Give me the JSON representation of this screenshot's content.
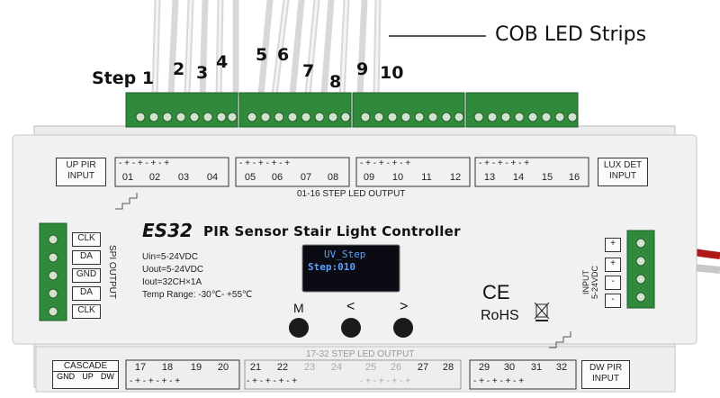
{
  "photo": {
    "callout": "COB LED Strips",
    "steps_top": [
      "Step 1",
      "2",
      "3",
      "4",
      "5",
      "6",
      "7",
      "8",
      "9",
      "10"
    ],
    "device": {
      "model": "ES32",
      "title": "PIR Sensor Stair Light Controller",
      "specs": [
        "Uin=5-24VDC",
        "Uout=5-24VDC",
        "Iout=32CH×1A",
        "Temp Range: -30℃- +55℃"
      ],
      "up_pir": "UP PIR\nINPUT",
      "lux_det": "LUX DET\nINPUT",
      "dw_pir": "DW PIR\nINPUT",
      "cascade": "CASCADE",
      "cascade_pins": [
        "GND",
        "UP",
        "DW"
      ],
      "spi_label": "SPI OUTPUT",
      "spi_pins": [
        "CLK",
        "DA",
        "GND",
        "DA",
        "CLK"
      ],
      "input_label": "INPUT\n5-24VDC",
      "input_pins": [
        "+",
        "+",
        "-",
        "-"
      ],
      "top_channels": [
        "01",
        "02",
        "03",
        "04",
        "05",
        "06",
        "07",
        "08",
        "09",
        "10",
        "11",
        "12",
        "13",
        "14",
        "15",
        "16"
      ],
      "top_output_label": "01-16 STEP LED OUTPUT",
      "bottom_channels": [
        "17",
        "18",
        "19",
        "20",
        "21",
        "22",
        "23",
        "24",
        "25",
        "26",
        "27",
        "28",
        "29",
        "30",
        "31",
        "32"
      ],
      "bottom_output_label": "17-32 STEP LED OUTPUT",
      "oled_lines": [
        "UV_Step",
        "Step:010"
      ],
      "buttons": [
        "M",
        "<",
        ">"
      ],
      "ce": "CE",
      "rohs": "RoHS",
      "pm_pattern": "- + - + - + - +"
    }
  }
}
